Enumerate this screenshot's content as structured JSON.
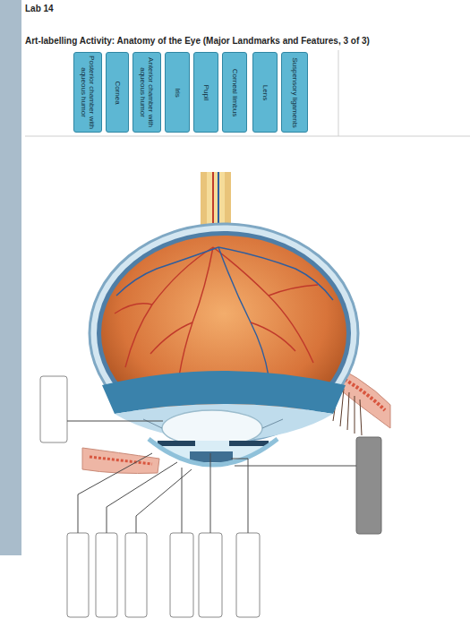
{
  "diagram": {
    "title": "Art-labelling Activity: Anatomy of the Eye (Major Landmarks and Features, 3 of 3)",
    "nodes": [
      {
        "text": [
          "Suspensory ligaments"
        ]
      },
      {
        "text": [
          "Lens"
        ]
      },
      {
        "text": [
          "Corneal limbus"
        ]
      },
      {
        "text": [
          "Pupil"
        ]
      },
      {
        "text": [
          "Iris"
        ]
      },
      {
        "text": [
          "Anterior chamber with aqueous humor"
        ]
      },
      {
        "text": [
          "Cornea"
        ]
      },
      {
        "text": [
          "Posterior chamber with aqueous humor"
        ]
      }
    ],
    "labels": [
      "Lab 14"
    ]
  }
}
